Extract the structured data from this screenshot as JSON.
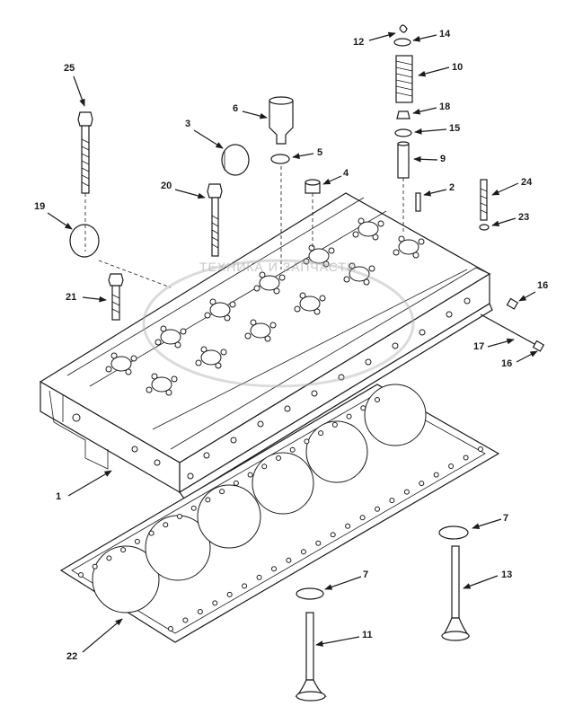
{
  "diagram": {
    "watermark": "ТЕХНИКА И ЗАПЧАСТИ",
    "callouts": [
      {
        "id": "c1",
        "label": "1"
      },
      {
        "id": "c2",
        "label": "2"
      },
      {
        "id": "c3",
        "label": "3"
      },
      {
        "id": "c4",
        "label": "4"
      },
      {
        "id": "c5",
        "label": "5"
      },
      {
        "id": "c6",
        "label": "6"
      },
      {
        "id": "c7a",
        "label": "7"
      },
      {
        "id": "c7b",
        "label": "7"
      },
      {
        "id": "c9",
        "label": "9"
      },
      {
        "id": "c10",
        "label": "10"
      },
      {
        "id": "c11",
        "label": "11"
      },
      {
        "id": "c12",
        "label": "12"
      },
      {
        "id": "c13",
        "label": "13"
      },
      {
        "id": "c14",
        "label": "14"
      },
      {
        "id": "c15",
        "label": "15"
      },
      {
        "id": "c16a",
        "label": "16"
      },
      {
        "id": "c16b",
        "label": "16"
      },
      {
        "id": "c17",
        "label": "17"
      },
      {
        "id": "c18",
        "label": "18"
      },
      {
        "id": "c19",
        "label": "19"
      },
      {
        "id": "c20",
        "label": "20"
      },
      {
        "id": "c21",
        "label": "21"
      },
      {
        "id": "c22",
        "label": "22"
      },
      {
        "id": "c23",
        "label": "23"
      },
      {
        "id": "c24",
        "label": "24"
      },
      {
        "id": "c25",
        "label": "25"
      }
    ]
  }
}
